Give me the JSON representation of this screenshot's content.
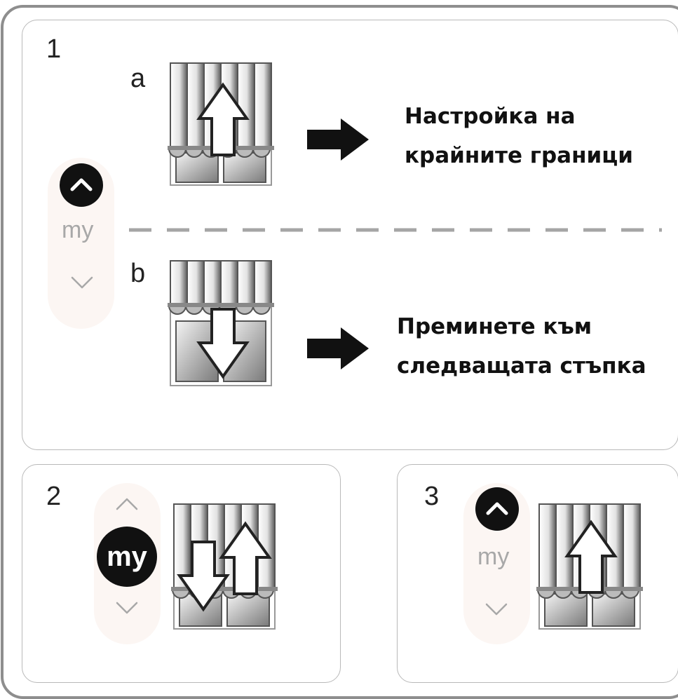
{
  "steps": {
    "step1": {
      "number": "1",
      "option_a": {
        "letter": "a",
        "caption_line1": "Настройка на",
        "caption_line2": "крайните граници"
      },
      "option_b": {
        "letter": "b",
        "caption_line1": "Преминете към",
        "caption_line2": "следващата стъпка"
      },
      "remote_my_label": "my",
      "pressed_button": "up"
    },
    "step2": {
      "number": "2",
      "remote_my_label": "my",
      "pressed_button": "my"
    },
    "step3": {
      "number": "3",
      "remote_my_label": "my",
      "pressed_button": "up"
    }
  },
  "colors": {
    "pressed": "#111111",
    "unpressed": "#a8a8a8",
    "remote_bg": "#fcf6f3",
    "frame": "#8e8e8e",
    "divider": "#a5a5a5"
  },
  "icons": [
    "chevron-up-icon",
    "chevron-down-icon",
    "awning-icon",
    "arrow-up-icon",
    "arrow-down-icon",
    "arrow-right-icon"
  ]
}
